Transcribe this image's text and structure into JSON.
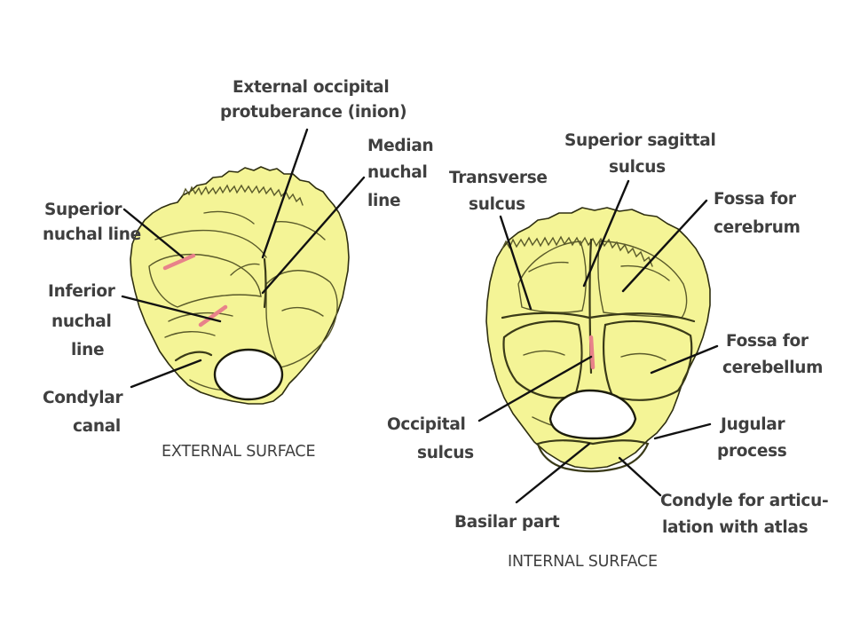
{
  "colors": {
    "bone_fill": "#f4f496",
    "bone_shade": "#dcdc72",
    "marker": "#e8828a",
    "text": "#3f3f3f",
    "line": "#111111"
  },
  "external": {
    "caption": "EXTERNAL SURFACE",
    "labels": {
      "protuberance": [
        "External occipital",
        "protuberance (inion)"
      ],
      "median_nuchal": [
        "Median",
        "nuchal",
        "line"
      ],
      "superior_nuchal": [
        "Superior",
        "nuchal line"
      ],
      "inferior_nuchal": [
        "Inferior",
        "nuchal",
        "line"
      ],
      "condylar_canal": [
        "Condylar",
        "canal"
      ]
    }
  },
  "internal": {
    "caption": "INTERNAL SURFACE",
    "labels": {
      "superior_sagittal": [
        "Superior sagittal",
        "sulcus"
      ],
      "transverse": [
        "Transverse",
        "sulcus"
      ],
      "fossa_cerebrum": [
        "Fossa for",
        "cerebrum"
      ],
      "fossa_cerebellum": [
        "Fossa for",
        "cerebellum"
      ],
      "jugular_process": [
        "Jugular",
        "process"
      ],
      "occipital_sulcus": [
        "Occipital",
        "sulcus"
      ],
      "basilar_part": [
        "Basilar part"
      ],
      "condyle": [
        "Condyle for articu-",
        "lation with atlas"
      ]
    }
  }
}
